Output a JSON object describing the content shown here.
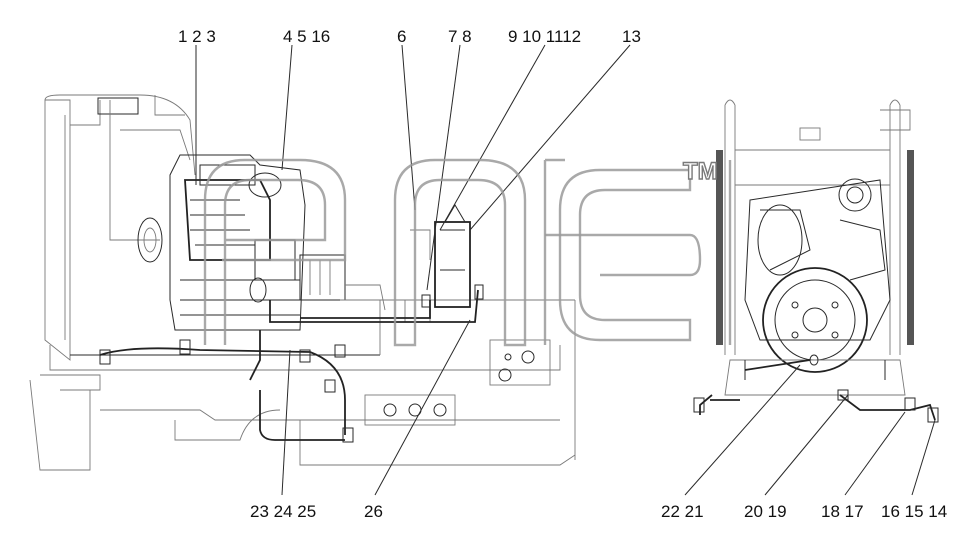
{
  "watermark": {
    "tm": "TM"
  },
  "labels_top": [
    "1 2 3",
    "4 5 16",
    "6",
    "7 8",
    "9 10 1112",
    "13"
  ],
  "labels_bottom": [
    "23 24 25",
    "26",
    "22 21",
    "20 19",
    "18 17",
    "16 15 14"
  ]
}
